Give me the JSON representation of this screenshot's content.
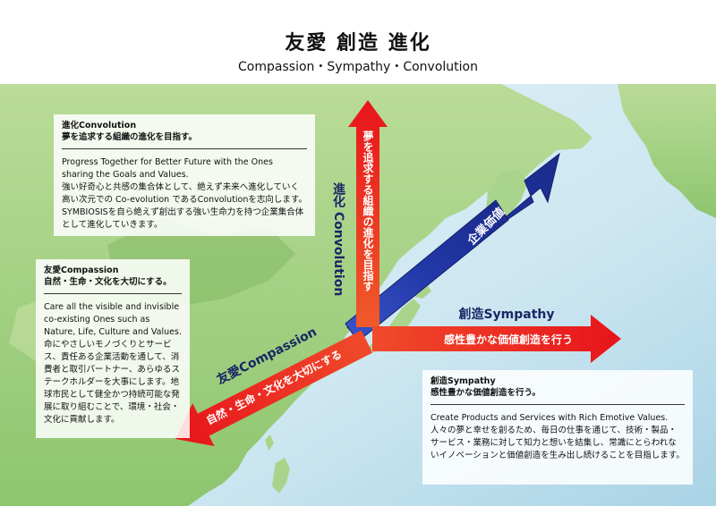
{
  "header": {
    "title": "友愛 創造 進化",
    "subtitle": "Compassion・Sympathy・Convolution"
  },
  "labels": {
    "up_arrow_text": "夢を追求する組織の進化を目指す",
    "up_label": "進化 Convolution",
    "right_arrow_text": "感性豊かな価値創造を行う",
    "right_label": "創造Sympathy",
    "down_arrow_text": "自然・生命・文化を大切にする",
    "down_label": "友愛Compassion",
    "diag_arrow_text": "企業価値"
  },
  "panels": {
    "evolution": {
      "title1": "進化Convolution",
      "title2": "夢を追求する組織の進化を目指す。",
      "body1": "Progress Together for Better Future with the Ones sharing the Goals and Values.",
      "body2": "強い好奇心と共感の集合体として、絶えず未来へ進化していく高い次元での Co-evolution であるConvolutionを志向します。SYMBIOSISを自ら絶えず創出する強い生命力を持つ企業集合体として進化していきます。"
    },
    "compassion": {
      "title1": "友愛Compassion",
      "title2": "自然・生命・文化を大切にする。",
      "body1": "Care all the visible and invisible co-existing Ones such as Nature, Life, Culture and Values.",
      "body2": "命にやさしいモノづくりとサービス、責任ある企業活動を通して、消費者と取引パートナー、あらゆるステークホルダーを大事にします。地球市民として健全かつ持続可能な発展に取り組むことで、環境・社会・文化に貢献します。"
    },
    "sympathy": {
      "title1": "創造Sympathy",
      "title2": "感性豊かな価値創造を行う。",
      "body1": "Create Products and Services with Rich Emotive Values.",
      "body2": "人々の夢と幸せを創るため、毎日の仕事を通じて、技術・製品・サービス・業務に対して知力と想いを結集し、常識にとらわれないイノベーションと価値創造を生み出し続けることを目指します。"
    }
  },
  "colors": {
    "arrow_red": "#e8141b",
    "arrow_navy": "#1b2a8a",
    "label_navy": "#1a2566",
    "sea": "#cfe8f2",
    "land": "#9fcf83"
  }
}
